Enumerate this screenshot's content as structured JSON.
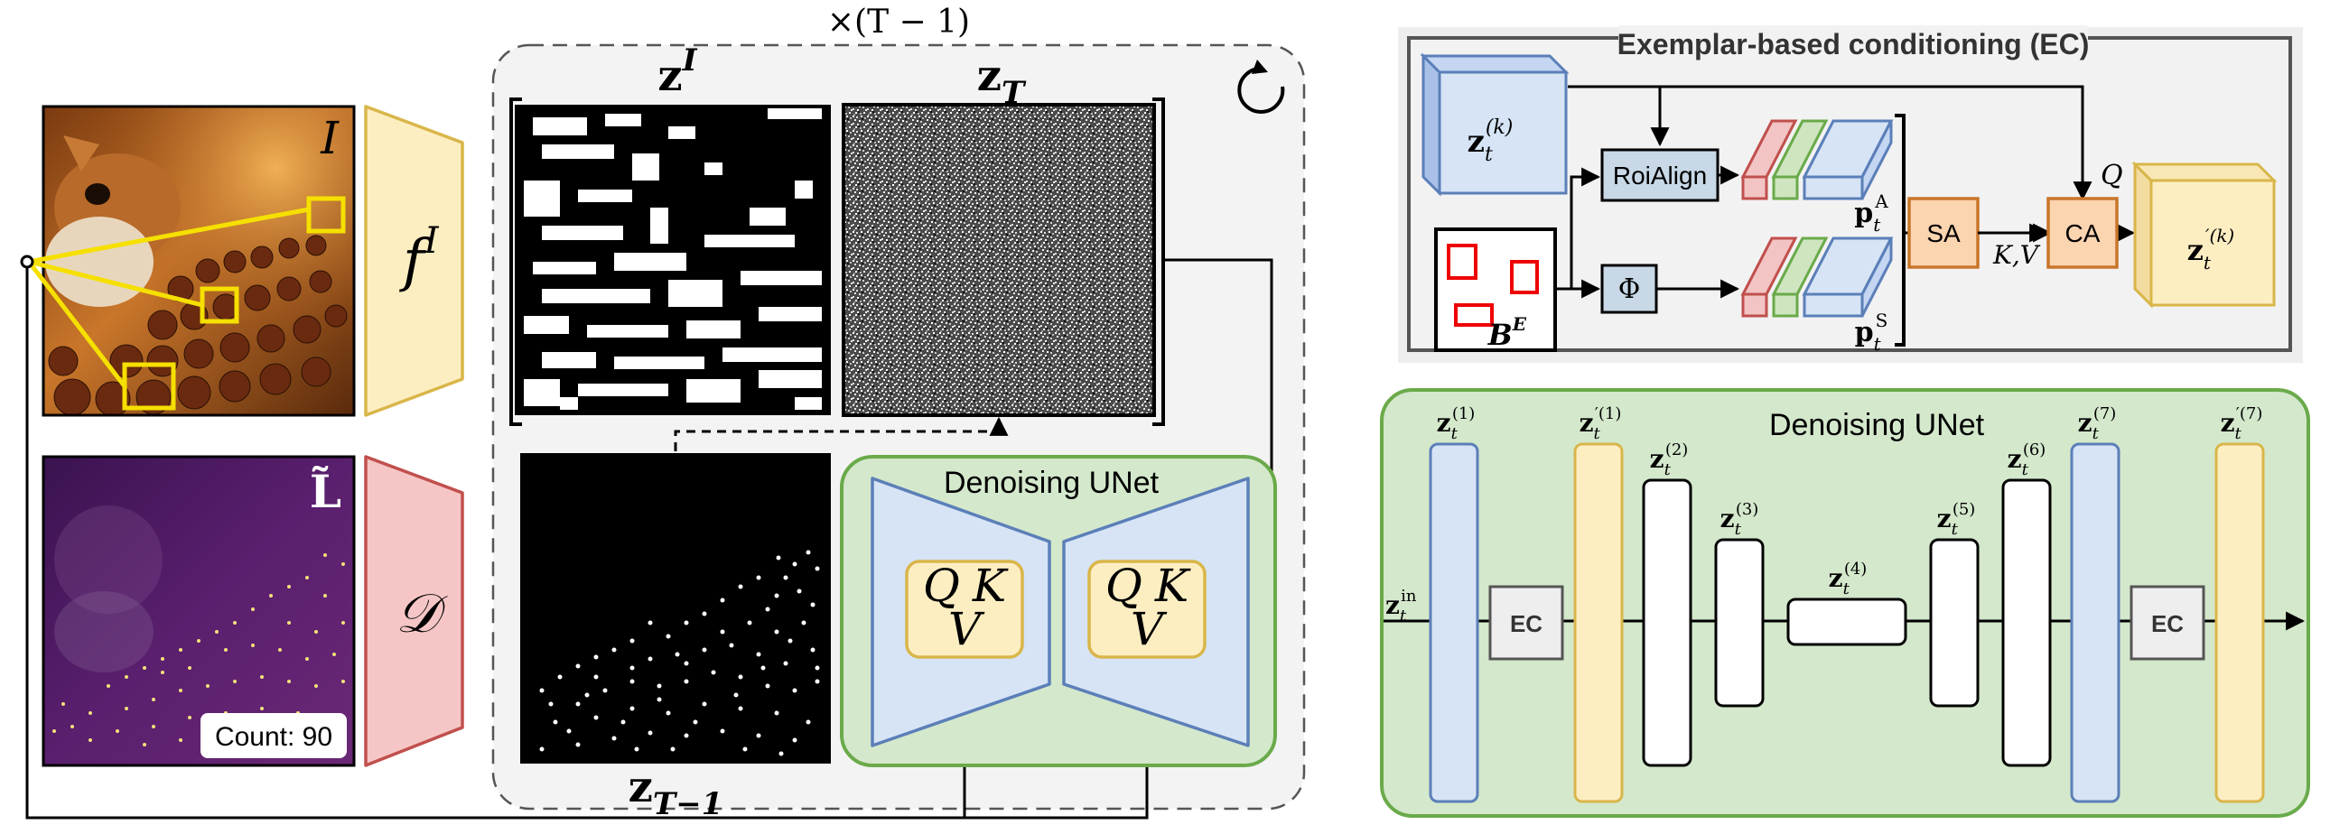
{
  "left": {
    "loop_label": "×(T − 1)",
    "image_label": "I",
    "encoder_label": "f",
    "encoder_sup": "I",
    "zI_base": "z",
    "zI_sup": "I",
    "zT_base": "z",
    "zT_sub": "T",
    "zT1_base": "z",
    "zT1_sub": "T−1",
    "density_label": "L̃",
    "decoder_label": "𝒟",
    "count_text": "Count: 90",
    "unet_title": "Denoising UNet",
    "attn_q": "Q",
    "attn_k": "K",
    "attn_v": "V"
  },
  "ec": {
    "title": "Exemplar-based conditioning (EC)",
    "z_base": "z",
    "z_sub": "t",
    "z_sup": "(k)",
    "roialign": "RoiAlign",
    "phi": "Φ",
    "b_base": "B",
    "b_sup": "E",
    "pa_base": "p",
    "pa_sub": "t",
    "pa_sup": "A",
    "ps_base": "p",
    "ps_sub": "t",
    "ps_sup": "S",
    "sa": "SA",
    "ca": "CA",
    "q": "Q",
    "kv": "K,V",
    "out_base": "z",
    "out_sub": "t",
    "out_sup": "′(k)"
  },
  "unet": {
    "title": "Denoising UNet",
    "zin_base": "z",
    "zin_sub": "t",
    "zin_sup": "in",
    "ec_label": "EC",
    "b1_sup": "(1)",
    "b1p_sup": "′(1)",
    "b2_sup": "(2)",
    "b3_sup": "(3)",
    "b4_sup": "(4)",
    "b5_sup": "(5)",
    "b6_sup": "(6)",
    "b7_sup": "(7)",
    "b7p_sup": "′(7)",
    "z_base": "z",
    "z_sub": "t"
  }
}
